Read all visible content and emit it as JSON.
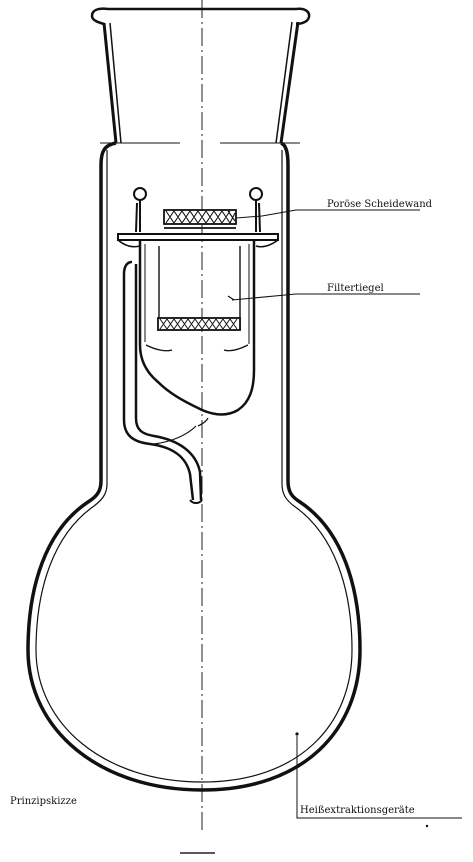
{
  "diagram": {
    "labels": {
      "porous_wall": "Poröse Scheidewand",
      "filter_crucible": "Filtertiegel",
      "sketch": "Prinzipskizze",
      "hot_extraction": "Heißextraktionsgeräte"
    }
  }
}
